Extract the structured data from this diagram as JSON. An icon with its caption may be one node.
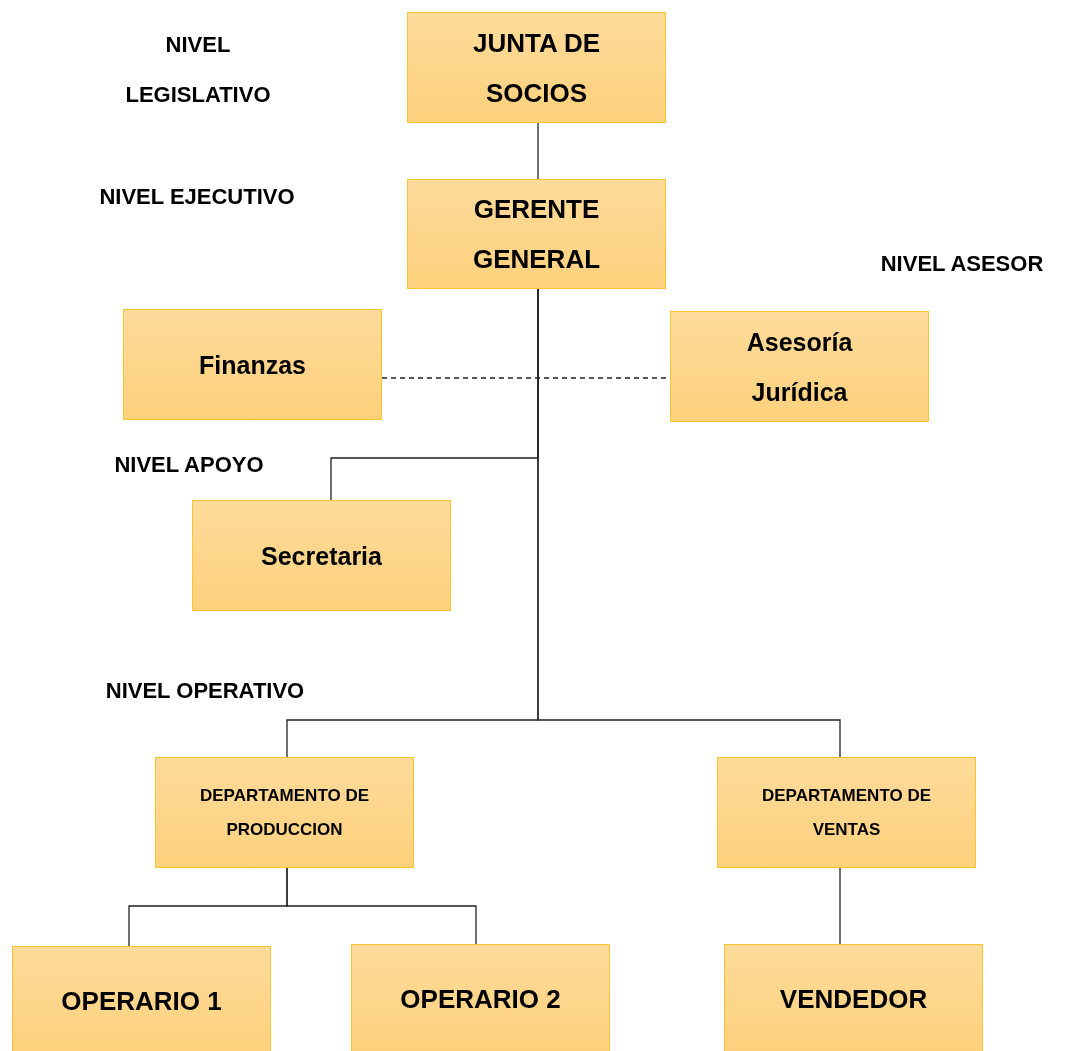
{
  "diagram": {
    "nodes": [
      {
        "text": [
          "JUNTA DE SOCIOS"
        ]
      },
      {
        "text": [
          "GERENTE GENERAL"
        ]
      },
      {
        "text": [
          "Finanzas"
        ]
      },
      {
        "text": [
          "Asesoría Jurídica"
        ]
      },
      {
        "text": [
          "Secretaria"
        ]
      },
      {
        "text": [
          "DEPARTAMENTO DE PRODUCCION"
        ]
      },
      {
        "text": [
          "DEPARTAMENTO DE VENTAS"
        ]
      },
      {
        "text": [
          "OPERARIO 1"
        ]
      },
      {
        "text": [
          "OPERARIO 2"
        ]
      },
      {
        "text": [
          "VENDEDOR"
        ]
      }
    ],
    "edges": [
      {
        "from": 0,
        "to": 1,
        "arrow": "none"
      },
      {
        "from": 2,
        "to": 3,
        "arrow": "none",
        "style": "dashed"
      },
      {
        "from": 1,
        "to": 4,
        "arrow": "none"
      },
      {
        "from": 1,
        "to": 5,
        "arrow": "none"
      },
      {
        "from": 1,
        "to": 6,
        "arrow": "none"
      },
      {
        "from": 5,
        "to": 7,
        "arrow": "none"
      },
      {
        "from": 5,
        "to": 8,
        "arrow": "none"
      },
      {
        "from": 6,
        "to": 9,
        "arrow": "none"
      }
    ],
    "labels": [
      "NIVEL LEGISLATIVO",
      "NIVEL EJECUTIVO",
      "NIVEL ASESOR",
      "NIVEL APOYO",
      "NIVEL OPERATIVO"
    ]
  }
}
